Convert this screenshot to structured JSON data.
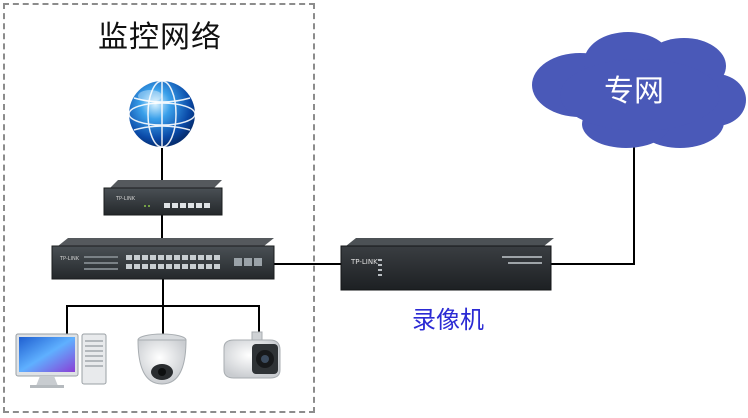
{
  "diagram": {
    "title": "监控网络",
    "cloud_label": "专网",
    "nvr_label": "录像机",
    "brand_text": "TP-LINK",
    "colors": {
      "cloud": "#4a59b8",
      "nvr_label": "#2b2ad4",
      "device_dark": "#2f3438",
      "line": "#000000"
    },
    "icons": [
      "globe-icon",
      "router-icon",
      "switch-icon",
      "nvr-icon",
      "monitor-icon",
      "pc-tower-icon",
      "dome-camera-icon",
      "bullet-camera-icon",
      "cloud-icon"
    ]
  }
}
